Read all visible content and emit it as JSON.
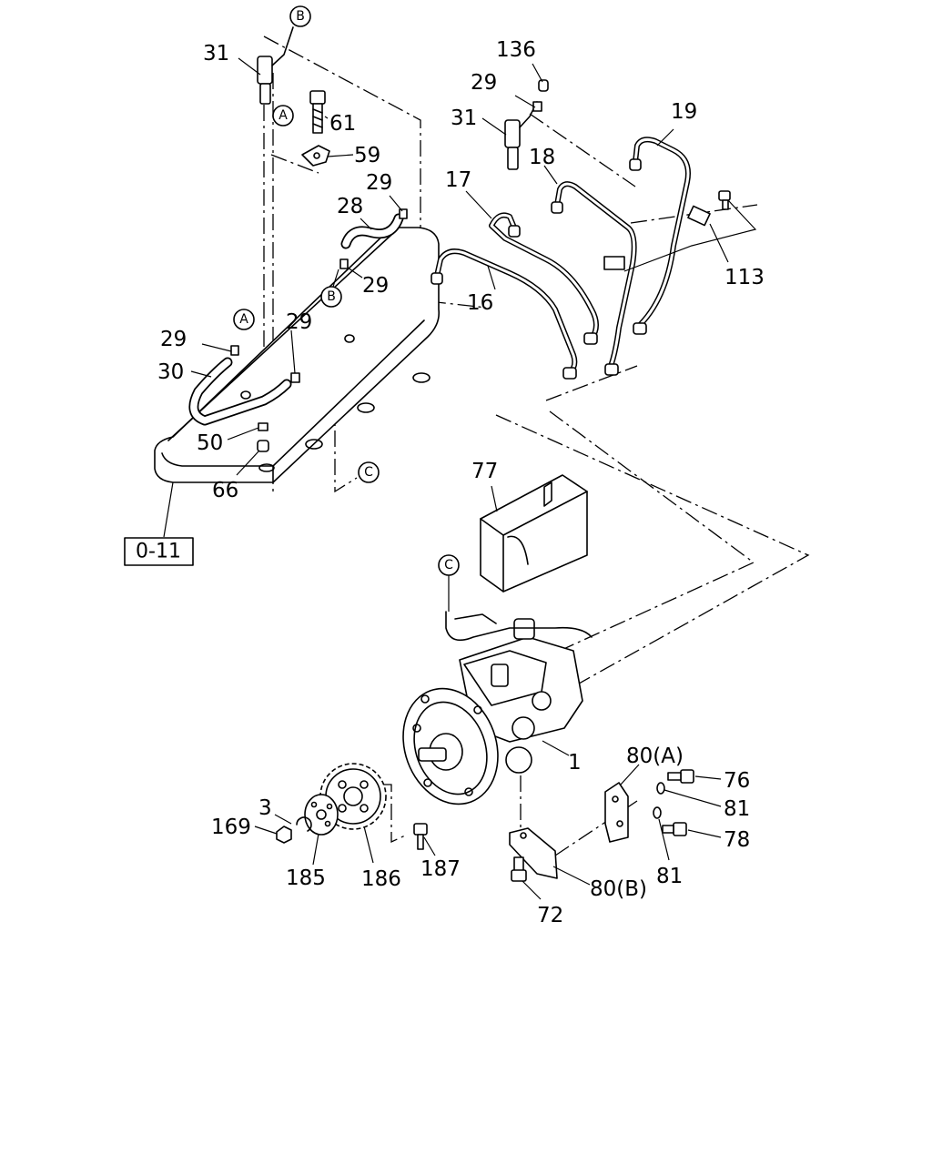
{
  "callouts": {
    "c31a": "31",
    "cB1": "B",
    "cA1": "A",
    "c61": "61",
    "c59": "59",
    "c29a": "29",
    "c28": "28",
    "c29b": "29",
    "cB2": "B",
    "c136": "136",
    "c29c": "29",
    "c31b": "31",
    "c19": "19",
    "c18": "18",
    "c17": "17",
    "c16": "16",
    "c113": "113",
    "cA2": "A",
    "c29d": "29",
    "c29e": "29",
    "c30": "30",
    "c50": "50",
    "c66": "66",
    "cC1": "C",
    "ref": "0-11",
    "c77": "77",
    "cC2": "C",
    "c1": "1",
    "c80a": "80(A)",
    "c76": "76",
    "c81a": "81",
    "c78": "78",
    "c81b": "81",
    "c80b": "80(B)",
    "c72": "72",
    "c3": "3",
    "c169": "169",
    "c185": "185",
    "c186": "186",
    "c187": "187"
  }
}
